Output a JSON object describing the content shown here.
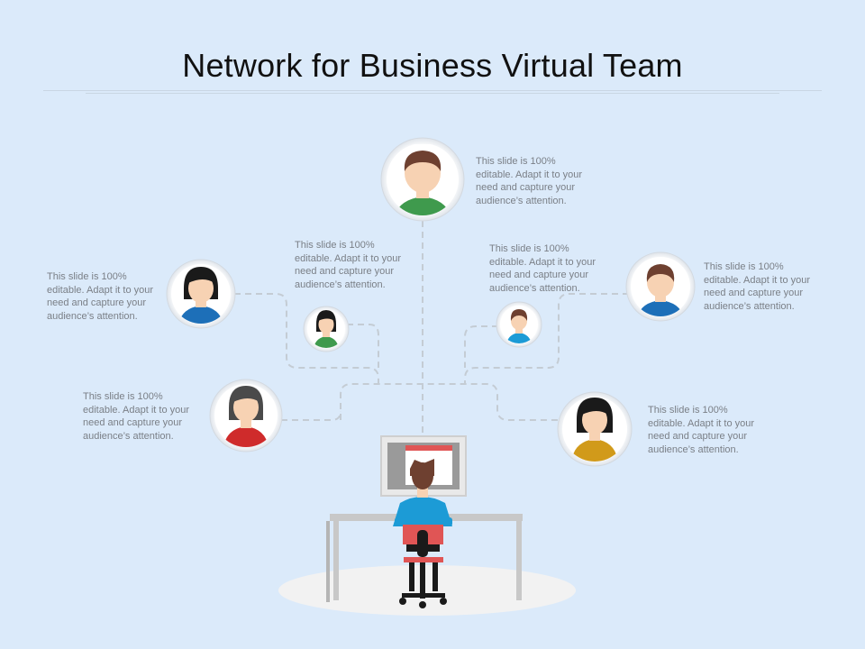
{
  "slide": {
    "title": "Network for Business Virtual Team"
  },
  "nodes": [
    {
      "id": "top-man",
      "description": "This slide is 100% editable. Adapt it to your need and capture your audience’s attention."
    },
    {
      "id": "left-woman",
      "description": "This slide is 100% editable. Adapt it to your need and capture your audience’s attention."
    },
    {
      "id": "small-woman",
      "description": "This slide is 100% editable. Adapt it to your need and capture your audience’s attention."
    },
    {
      "id": "small-boy",
      "description": "This slide is 100% editable. Adapt it to your need and capture your audience’s attention."
    },
    {
      "id": "right-man",
      "description": "This slide is 100% editable. Adapt it to your need and capture your audience’s attention."
    },
    {
      "id": "lower-left-woman",
      "description": "This slide is 100% editable. Adapt it to your need and capture your audience’s attention."
    },
    {
      "id": "lower-right-woman",
      "description": "This slide is 100% editable. Adapt it to your need and capture your audience’s attention."
    }
  ],
  "colors": {
    "background": "#dbeafa",
    "connector": "#c4ccd4",
    "green": "#3f9a4d",
    "blue": "#1d6fb8",
    "red": "#cf2b2b",
    "gold": "#d19a1a",
    "cyan": "#1c9bd6",
    "skin": "#f7d2b3",
    "hair_brown": "#6e4030",
    "hair_black": "#1a1a1a"
  }
}
